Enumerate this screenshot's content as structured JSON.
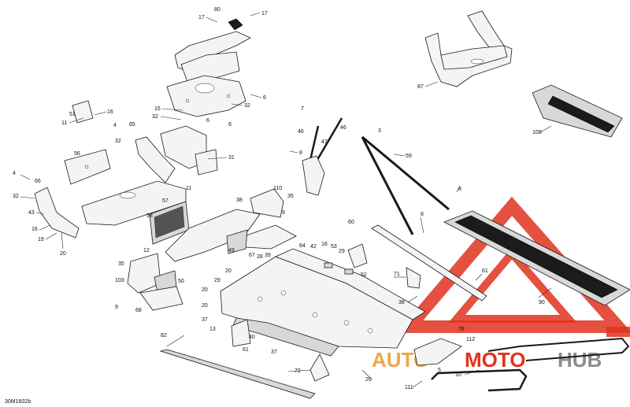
{
  "figure_code": "30M1602b",
  "watermark": {
    "text_a": "AUTO",
    "text_b": "MOTO",
    "text_c": "HUB",
    "color_orange": "#f0a64a",
    "color_red": "#e0331f",
    "color_gray": "#8c8c8c"
  },
  "callouts": [
    "80",
    "17",
    "17",
    "6",
    "32",
    "87",
    "6",
    "15",
    "32",
    "16",
    "51",
    "11",
    "6",
    "108",
    "7",
    "46",
    "46",
    "47",
    "4",
    "65",
    "32",
    "56",
    "31",
    "8",
    "3",
    "59",
    "4",
    "66",
    "32",
    "43",
    "16",
    "19",
    "20",
    "11",
    "57",
    "58",
    "38",
    "110",
    "35",
    "9",
    "8",
    "60",
    "8",
    "64",
    "42",
    "16",
    "53",
    "29",
    "52",
    "71",
    "61",
    "49",
    "67",
    "28",
    "39",
    "12",
    "20",
    "35",
    "103",
    "50",
    "29",
    "20",
    "20",
    "68",
    "9",
    "37",
    "13",
    "40",
    "61",
    "37",
    "82",
    "72",
    "38",
    "90",
    "78",
    "112",
    "5",
    "20",
    "111",
    "10"
  ]
}
